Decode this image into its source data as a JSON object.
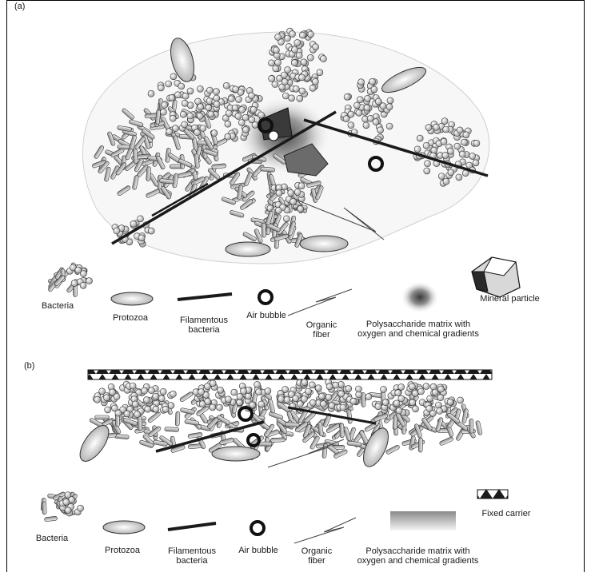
{
  "panel_a": {
    "label": "(a)",
    "legend": {
      "bacteria": "Bacteria",
      "protozoa": "Protozoa",
      "filamentous": "Filamentous\nbacteria",
      "air_bubble": "Air bubble",
      "organic_fiber": "Organic\nfiber",
      "polysaccharide": "Polysaccharide matrix with\noxygen and chemical gradients",
      "mineral": "Mineral particle"
    }
  },
  "panel_b": {
    "label": "(b)",
    "legend": {
      "bacteria": "Bacteria",
      "protozoa": "Protozoa",
      "filamentous": "Filamentous\nbacteria",
      "air_bubble": "Air bubble",
      "organic_fiber": "Organic\nfiber",
      "polysaccharide": "Polysaccharide matrix with\noxygen and chemical gradients",
      "fixed_carrier": "Fixed carrier"
    }
  },
  "colors": {
    "ink": "#1a1a1a",
    "cell": "#d4d4d4",
    "shade": "#8a8a8a"
  }
}
